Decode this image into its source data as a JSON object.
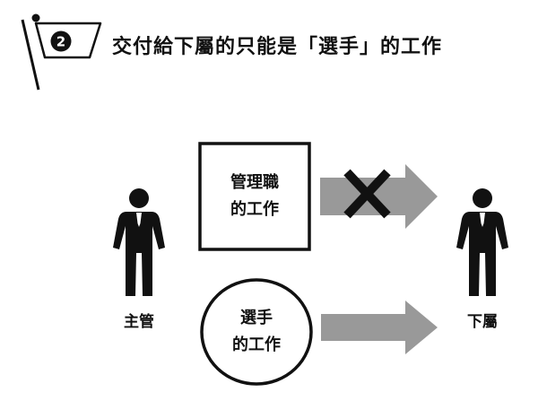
{
  "header": {
    "step_number": "2",
    "title": "交付給下屬的只能是「選手」的工作"
  },
  "people": {
    "manager_label": "主管",
    "subordinate_label": "下屬"
  },
  "tasks": {
    "management": {
      "line1": "管理職",
      "line2": "的工作",
      "delegable": false
    },
    "player": {
      "line1": "選手",
      "line2": "的工作",
      "delegable": true
    }
  },
  "colors": {
    "ink": "#111111",
    "arrow_gray": "#999999"
  }
}
